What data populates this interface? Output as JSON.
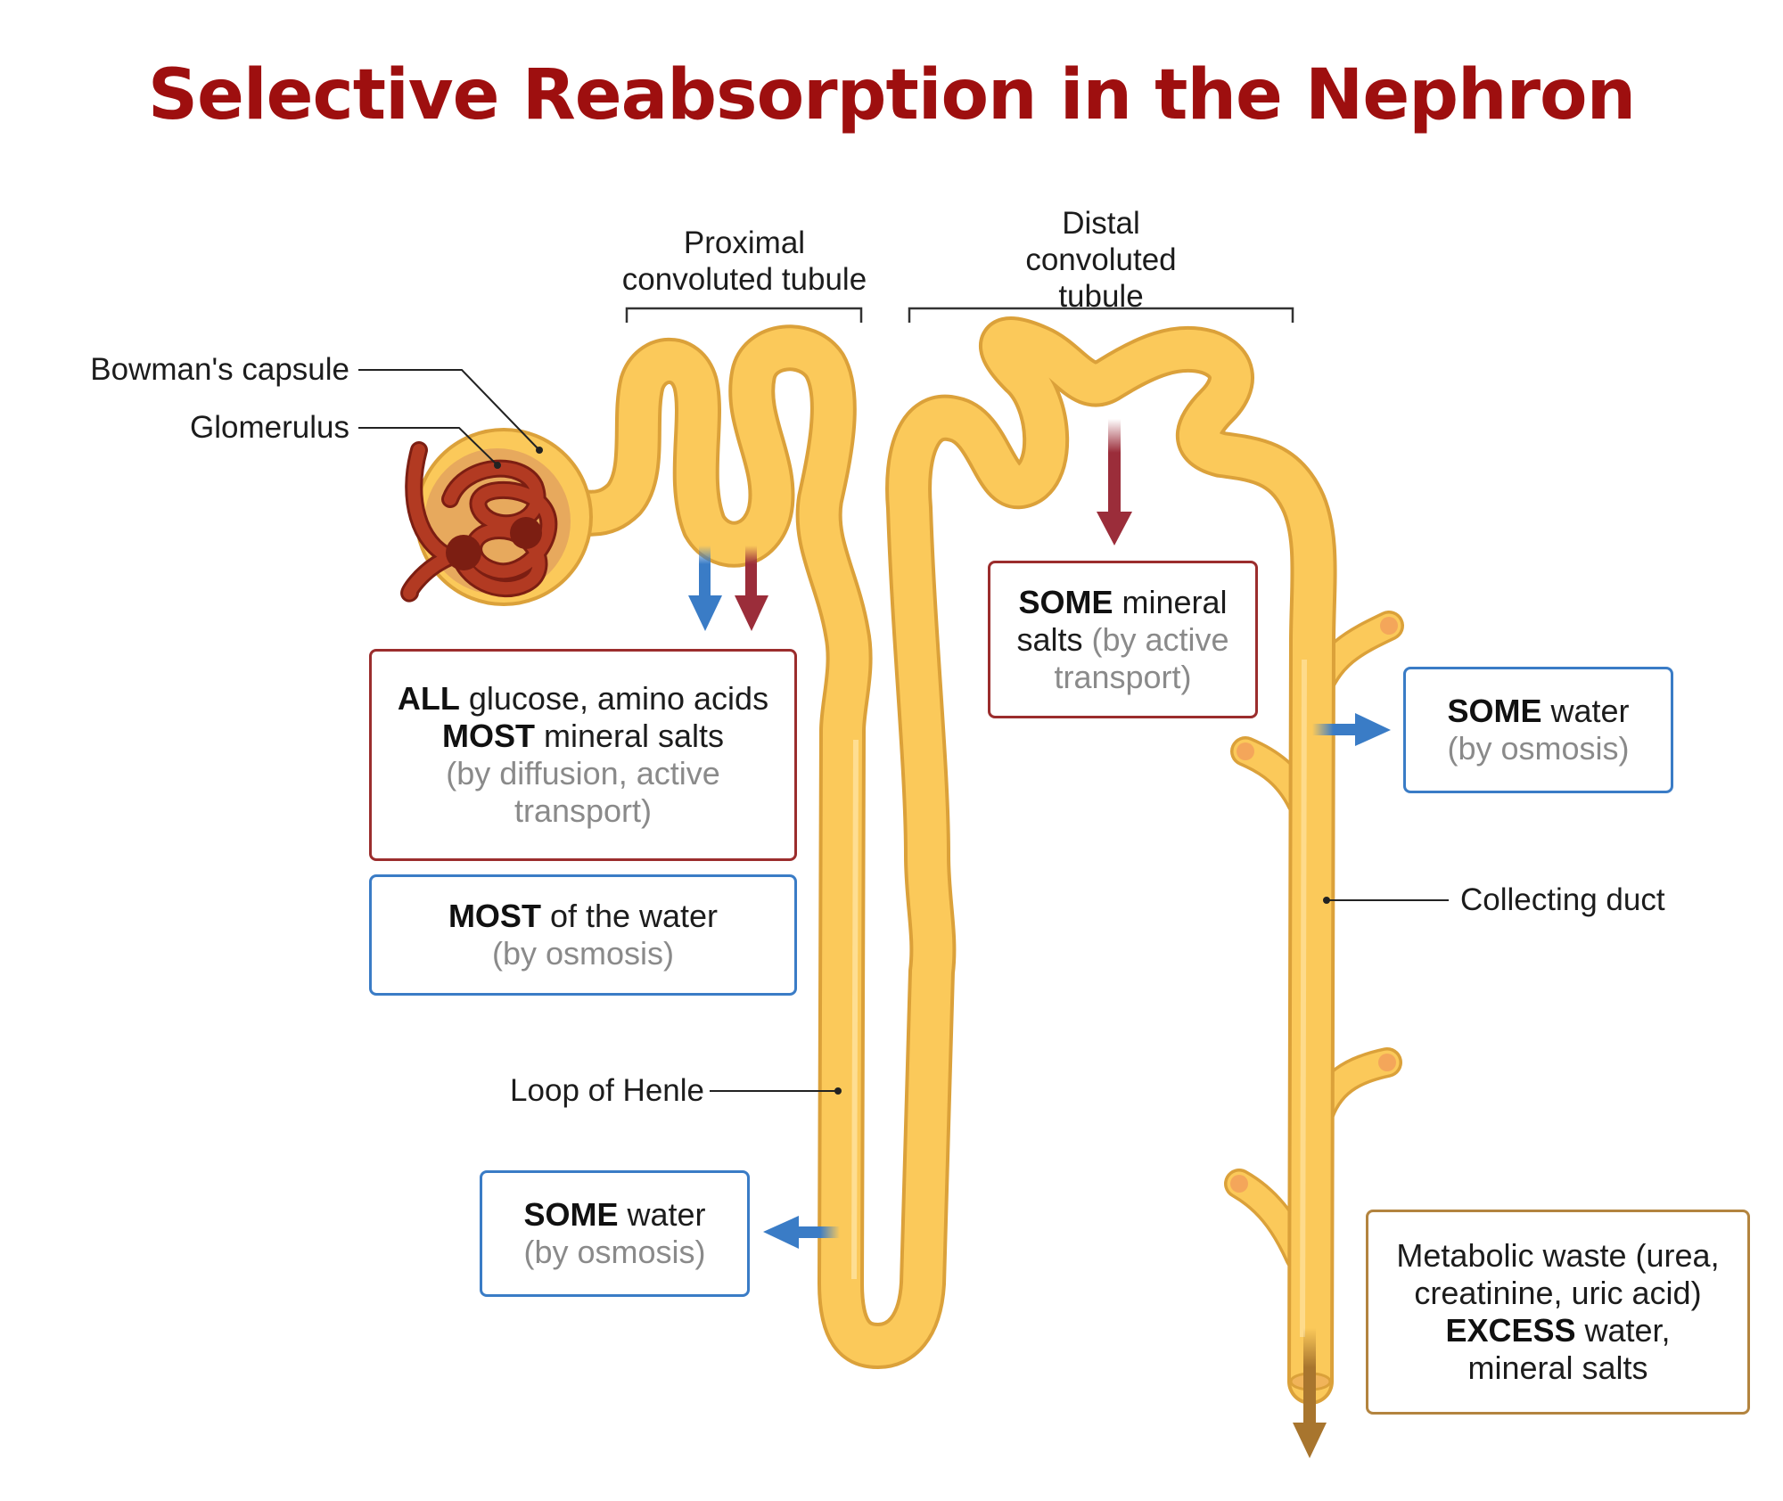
{
  "title": "Selective Reabsorption in the Nephron",
  "colors": {
    "title": "#9e0f0f",
    "tubule_fill": "#fbc95a",
    "tubule_stroke": "#dba13a",
    "capsule_inner": "#e7a95d",
    "glomerulus": "#b23a22",
    "glomerulus_dark": "#7c1e12",
    "arrow_red": "#9b2d3a",
    "arrow_blue": "#3a7cc6",
    "arrow_brown": "#a8752e",
    "box_red": "#9b2d2d",
    "box_blue": "#3a7cc6",
    "box_brown": "#b3843f"
  },
  "labels": {
    "pct": "Proximal\nconvoluted tubule",
    "dct": "Distal\nconvoluted\ntubule",
    "bowman": "Bowman's capsule",
    "glomerulus": "Glomerulus",
    "loop": "Loop of Henle",
    "collecting": "Collecting duct"
  },
  "boxes": {
    "pct_solutes": {
      "line1_bold": "ALL",
      "line1_rest": " glucose, amino acids",
      "line2_bold": "MOST",
      "line2_rest": " mineral salts",
      "note": "(by diffusion, active transport)"
    },
    "pct_water": {
      "bold": "MOST",
      "rest": " of the water",
      "note": "(by osmosis)"
    },
    "loop_water": {
      "bold": "SOME",
      "rest": " water",
      "note": "(by osmosis)"
    },
    "dct_salts": {
      "bold": "SOME",
      "rest1": " mineral",
      "rest2": "salts ",
      "note": "(by active transport)"
    },
    "duct_water": {
      "bold": "SOME",
      "rest": " water",
      "note": "(by osmosis)"
    },
    "urine": {
      "line1": "Metabolic waste (urea,",
      "line2": "creatinine, uric acid)",
      "line3_bold": "EXCESS",
      "line3_rest": " water,",
      "line4": "mineral salts"
    }
  }
}
